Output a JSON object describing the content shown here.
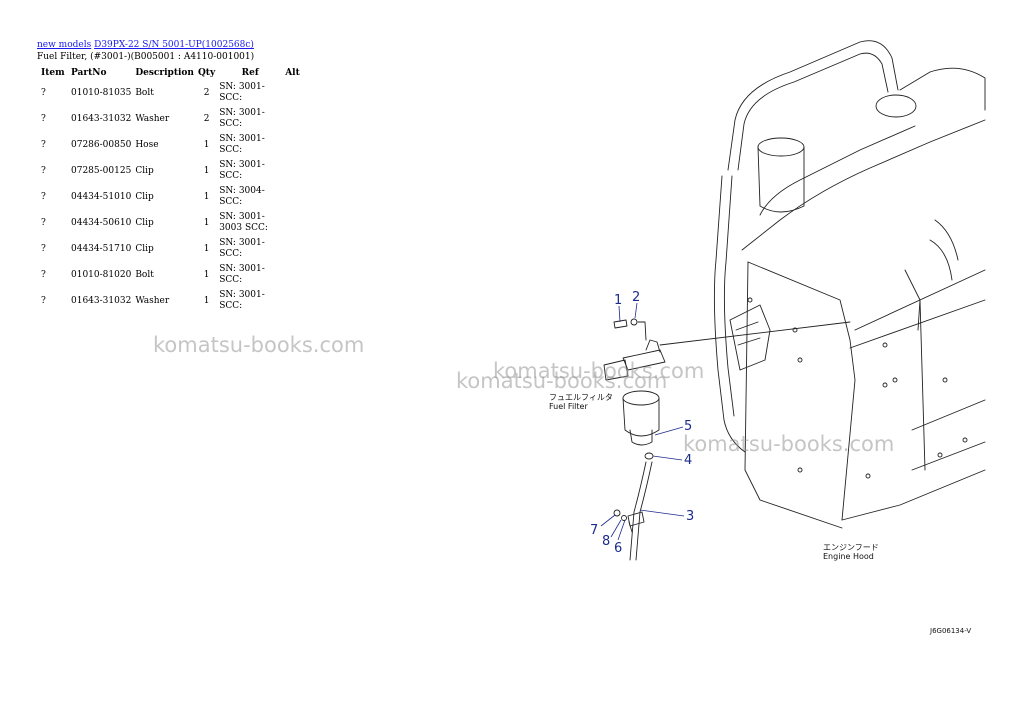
{
  "breadcrumb": {
    "link1": "new models",
    "link2": "D39PX-22 S/N 5001-UP(1002568c)"
  },
  "subtitle": "Fuel Filter, (#3001-)(B005001 : A4110-001001)",
  "table": {
    "headers": [
      "Item",
      "PartNo",
      "Description",
      "Qty",
      "Ref",
      "Alt"
    ],
    "rows": [
      {
        "item": "?",
        "part": "01010-81035",
        "desc": "Bolt",
        "qty": "2",
        "ref": "SN: 3001-SCC:",
        "alt": ""
      },
      {
        "item": "?",
        "part": "01643-31032",
        "desc": "Washer",
        "qty": "2",
        "ref": "SN: 3001-SCC:",
        "alt": ""
      },
      {
        "item": "?",
        "part": "07286-00850",
        "desc": "Hose",
        "qty": "1",
        "ref": "SN: 3001-SCC:",
        "alt": ""
      },
      {
        "item": "?",
        "part": "07285-00125",
        "desc": "Clip",
        "qty": "1",
        "ref": "SN: 3001-SCC:",
        "alt": ""
      },
      {
        "item": "?",
        "part": "04434-51010",
        "desc": "Clip",
        "qty": "1",
        "ref": "SN: 3004-SCC:",
        "alt": ""
      },
      {
        "item": "?",
        "part": "04434-50610",
        "desc": "Clip",
        "qty": "1",
        "ref": "SN: 3001-3003 SCC:",
        "alt": ""
      },
      {
        "item": "?",
        "part": "04434-51710",
        "desc": "Clip",
        "qty": "1",
        "ref": "SN: 3001-SCC:",
        "alt": ""
      },
      {
        "item": "?",
        "part": "01010-81020",
        "desc": "Bolt",
        "qty": "1",
        "ref": "SN: 3001-SCC:",
        "alt": ""
      },
      {
        "item": "?",
        "part": "01643-31032",
        "desc": "Washer",
        "qty": "1",
        "ref": "SN: 3001-SCC:",
        "alt": ""
      }
    ]
  },
  "watermarks": [
    "komatsu-books.com",
    "komatsu-books.com",
    "komatsu-books.com",
    "komatsu-books.com"
  ],
  "diagram": {
    "callouts": [
      "1",
      "2",
      "3",
      "4",
      "5",
      "6",
      "7",
      "8"
    ],
    "label_fuel_filter_jp": "フュエルフィルタ",
    "label_fuel_filter_en": "Fuel Filter",
    "label_engine_hood_jp": "エンジンフード",
    "label_engine_hood_en": "Engine Hood",
    "drawing_code": "J6G06134-V",
    "callout_color": "#1c2c8c"
  }
}
